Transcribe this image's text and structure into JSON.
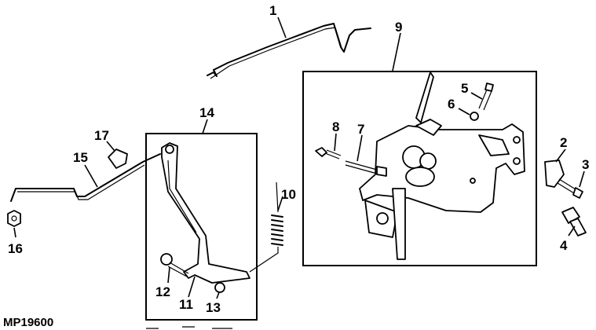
{
  "callouts": {
    "c1": "1",
    "c2": "2",
    "c3": "3",
    "c4": "4",
    "c5": "5",
    "c6": "6",
    "c7": "7",
    "c8": "8",
    "c9": "9",
    "c10": "10",
    "c11": "11",
    "c12": "12",
    "c13": "13",
    "c14": "14",
    "c15": "15",
    "c16": "16",
    "c17": "17"
  },
  "figure_code": "MP19600"
}
